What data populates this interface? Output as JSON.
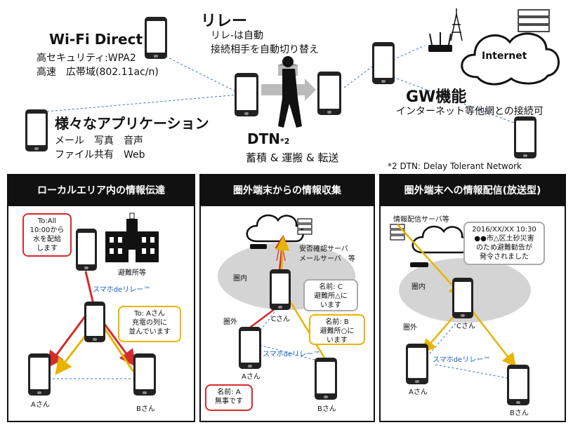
{
  "top": {
    "wifi": {
      "title": "Wi-Fi Direct",
      "line1": "高セキュリティ:WPA2",
      "line2": "高速　広帯域(802.11ac/n)"
    },
    "relay": {
      "title": "リレー",
      "line1": "リレ-は自動",
      "line2": "接続相手を自動切り替え"
    },
    "apps": {
      "title": "様々なアプリケーション",
      "line1": "メール　写真　音声",
      "line2": "ファイル共有　Web"
    },
    "dtn": {
      "title": "DTN",
      "sup": "*2",
      "desc": "蓄積 & 運搬 & 転送"
    },
    "gw": {
      "title": "GW機能",
      "desc": "インターネット等他網との接続可"
    },
    "internet": "Internet",
    "footnote": "*2 DTN: Delay Tolerant Network"
  },
  "panels": [
    {
      "title": "ローカルエリア内の情報伝達",
      "bubble_red": [
        "To:All",
        "10:00から",
        "水を配給",
        "します"
      ],
      "shelter": "避難所等",
      "relay": "スマホdeリレー™",
      "bubble_yellow": [
        "To: Aさん",
        "充電の列に",
        "並んでいます"
      ],
      "a": "Aさん",
      "b": "Bさん"
    },
    {
      "title": "圏外端末からの情報収集",
      "servers": [
        "安否確認サーバ",
        "メールサーバ　等"
      ],
      "inside": "圏内",
      "outside": "圏外",
      "c": "Cさん",
      "bubble_gray": [
        "名前: C",
        "避難所△に",
        "います"
      ],
      "bubble_yellow": [
        "名前: B",
        "避難所○に",
        "います"
      ],
      "relay": "スマホdeリレー™",
      "a": "Aさん",
      "b": "Bさん",
      "bubble_red": [
        "名前: A",
        "無事です"
      ]
    },
    {
      "title": "圏外端末への情報配信(放送型)",
      "server": "情報配信サーバ等",
      "bubble_gray": [
        "2016/XX/XX 10:30",
        "●●市△区土砂災害",
        "のため避難勧告が",
        "発令されました"
      ],
      "inside": "圏内",
      "outside": "圏外",
      "c": "Cさん",
      "relay": "スマホdeリレー™",
      "a": "Aさん",
      "b": "Bさん"
    }
  ],
  "colors": {
    "red": "#d42b2b",
    "yellow": "#e8b400",
    "blue": "#1d5fbf",
    "gray": "#d4d4d4"
  }
}
